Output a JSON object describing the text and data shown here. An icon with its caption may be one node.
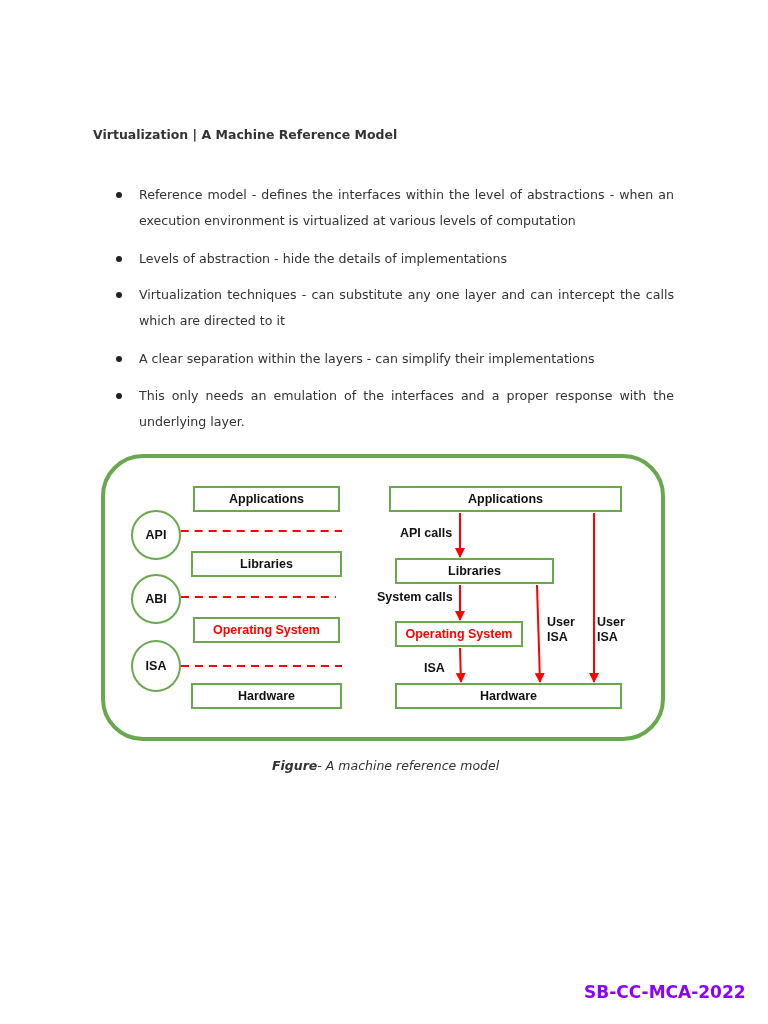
{
  "diagram": {
    "title": "Virtualization | A Machine Reference Model",
    "caption": "**Figure**- A machine reference model",
    "nodes": [
      {
        "text": [
          "Applications"
        ]
      },
      {
        "text": [
          "API"
        ]
      },
      {
        "text": [
          "Libraries"
        ]
      },
      {
        "text": [
          "ABI"
        ]
      },
      {
        "text": [
          "Operating System"
        ]
      },
      {
        "text": [
          "ISA"
        ]
      },
      {
        "text": [
          "Hardware"
        ]
      },
      {
        "text": [
          "Applications"
        ]
      },
      {
        "text": [
          "Libraries"
        ]
      },
      {
        "text": [
          "Operating System"
        ]
      },
      {
        "text": [
          "Hardware"
        ]
      }
    ],
    "edges": [
      {
        "from": 1,
        "to": null,
        "arrow": "none",
        "style": "dashed"
      },
      {
        "from": 3,
        "to": null,
        "arrow": "none",
        "style": "dashed"
      },
      {
        "from": 5,
        "to": null,
        "arrow": "none",
        "style": "dashed"
      },
      {
        "from": 7,
        "to": 8,
        "arrow": "to",
        "label": "API calls"
      },
      {
        "from": 8,
        "to": 9,
        "arrow": "to",
        "label": "System calls"
      },
      {
        "from": 9,
        "to": 10,
        "arrow": "to",
        "label": "ISA"
      },
      {
        "from": 8,
        "to": 10,
        "arrow": "to",
        "label": "User ISA"
      },
      {
        "from": 7,
        "to": 10,
        "arrow": "to",
        "label": "User ISA"
      }
    ],
    "labels": [
      "Reference model - defines the interfaces within the level of abstractions - when an execution environment is virtualized at various levels of computation",
      "Levels of abstraction - hide the details of implementations",
      "Virtualization techniques - can substitute any one layer and can intercept the calls which are directed to it",
      "A clear separation within the layers - can simplify their implementations",
      "This only needs an emulation of the interfaces and a proper response with the underlying layer.",
      "SB-CC-MCA-2022"
    ]
  }
}
